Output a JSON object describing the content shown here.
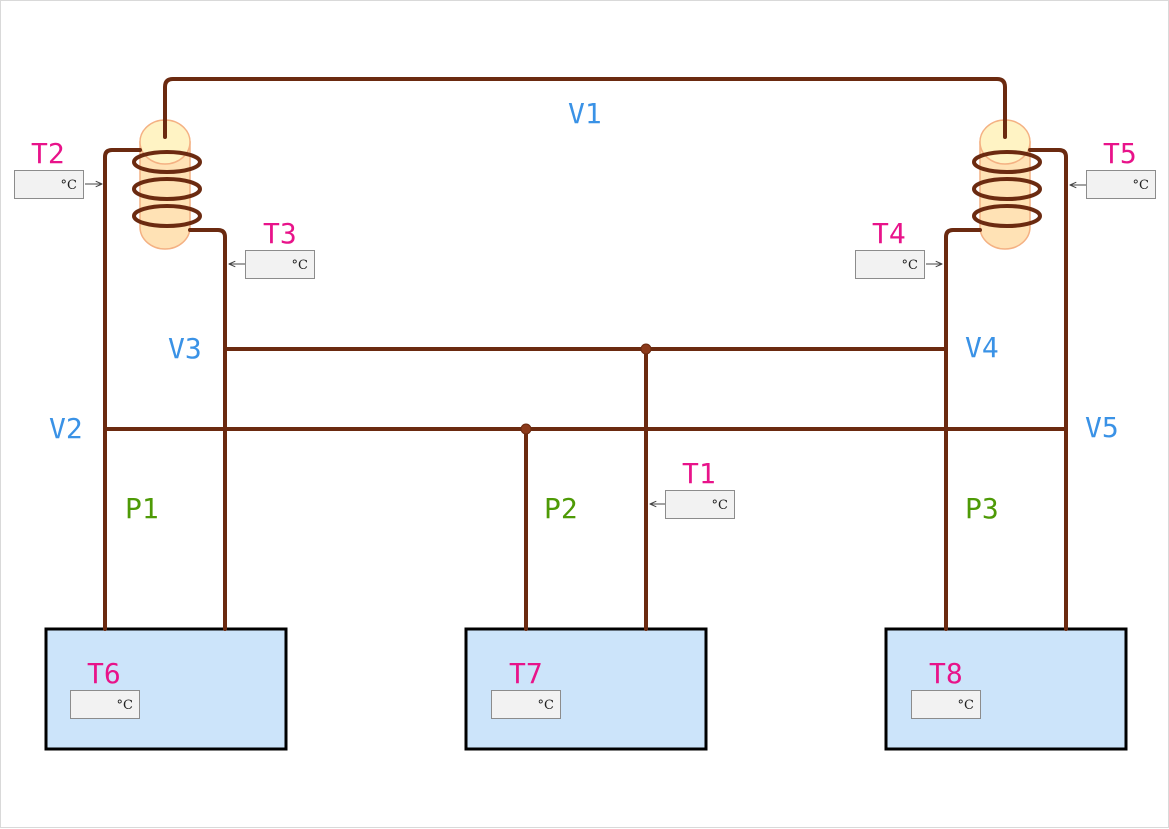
{
  "colors": {
    "pipe": "#6b2a10",
    "tank_fill": "#cce4fa",
    "tank_stroke": "#000000",
    "coil_fill": "#ffe2b5",
    "coil_stroke": "#f4b183",
    "valve_label": "#3a92e6",
    "temp_label": "#e8138a",
    "pump_label": "#4e9a06"
  },
  "valves": {
    "v1": "V1",
    "v2": "V2",
    "v3": "V3",
    "v4": "V4",
    "v5": "V5"
  },
  "pumps": {
    "p1": "P1",
    "p2": "P2",
    "p3": "P3"
  },
  "sensors": {
    "t1": {
      "label": "T1",
      "unit": "°C"
    },
    "t2": {
      "label": "T2",
      "unit": "°C"
    },
    "t3": {
      "label": "T3",
      "unit": "°C"
    },
    "t4": {
      "label": "T4",
      "unit": "°C"
    },
    "t5": {
      "label": "T5",
      "unit": "°C"
    },
    "t6": {
      "label": "T6",
      "unit": "°C"
    },
    "t7": {
      "label": "T7",
      "unit": "°C"
    },
    "t8": {
      "label": "T8",
      "unit": "°C"
    }
  }
}
